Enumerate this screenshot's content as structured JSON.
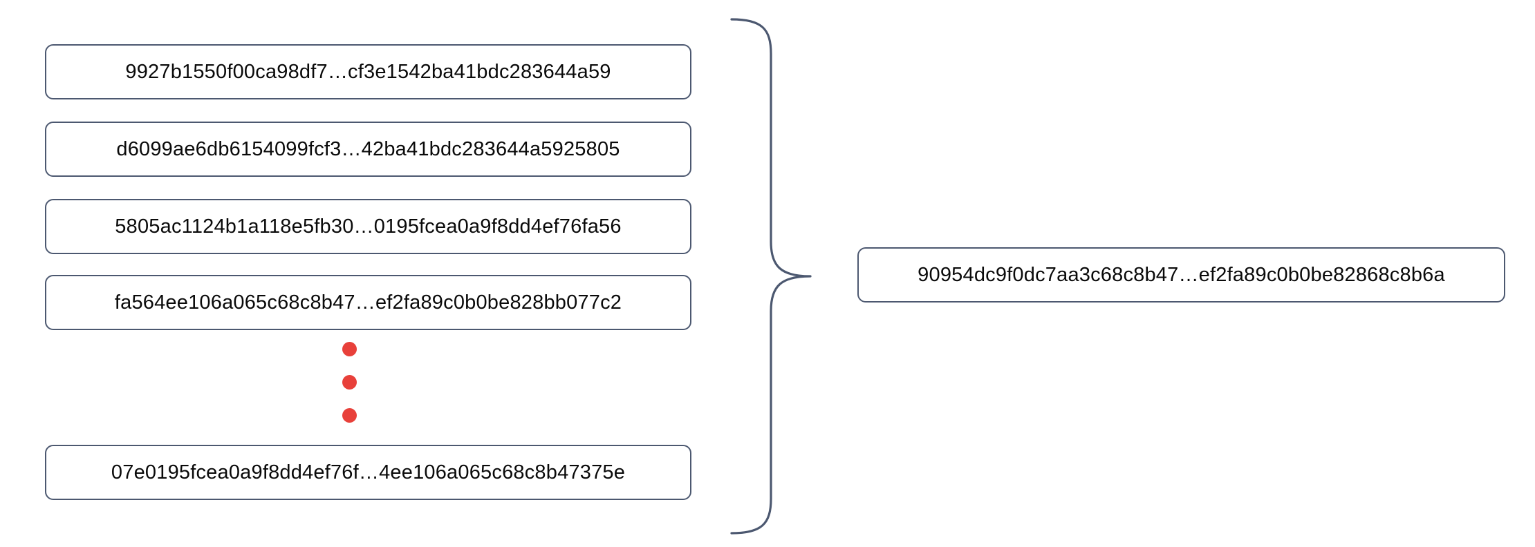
{
  "diagram": {
    "type": "many-to-one-aggregation",
    "background_color": "#ffffff",
    "box_border_color": "#4c5870",
    "box_fill_color": "#ffffff",
    "text_color": "#0a0a0a",
    "ellipsis_color": "#e8403a",
    "brace_color": "#4c5870",
    "brace_orientation": "right-facing",
    "input_count_shown": 5,
    "output_count": 1
  },
  "inputs": [
    {
      "label": "9927b1550f00ca98df7…cf3e1542ba41bdc283644a59"
    },
    {
      "label": "d6099ae6db6154099fcf3…42ba41bdc283644a5925805"
    },
    {
      "label": "5805ac1124b1a118e5fb30…0195fcea0a9f8dd4ef76fa56"
    },
    {
      "label": "fa564ee106a065c68c8b47…ef2fa89c0b0be828bb077c2"
    },
    {
      "label": "07e0195fcea0a9f8dd4ef76f…4ee106a065c68c8b47375e"
    }
  ],
  "ellipsis": {
    "name": "vertical-ellipsis",
    "dots": [
      "dot",
      "dot",
      "dot"
    ]
  },
  "output": {
    "label": "90954dc9f0dc7aa3c68c8b47…ef2fa89c0b0be82868c8b6a"
  }
}
